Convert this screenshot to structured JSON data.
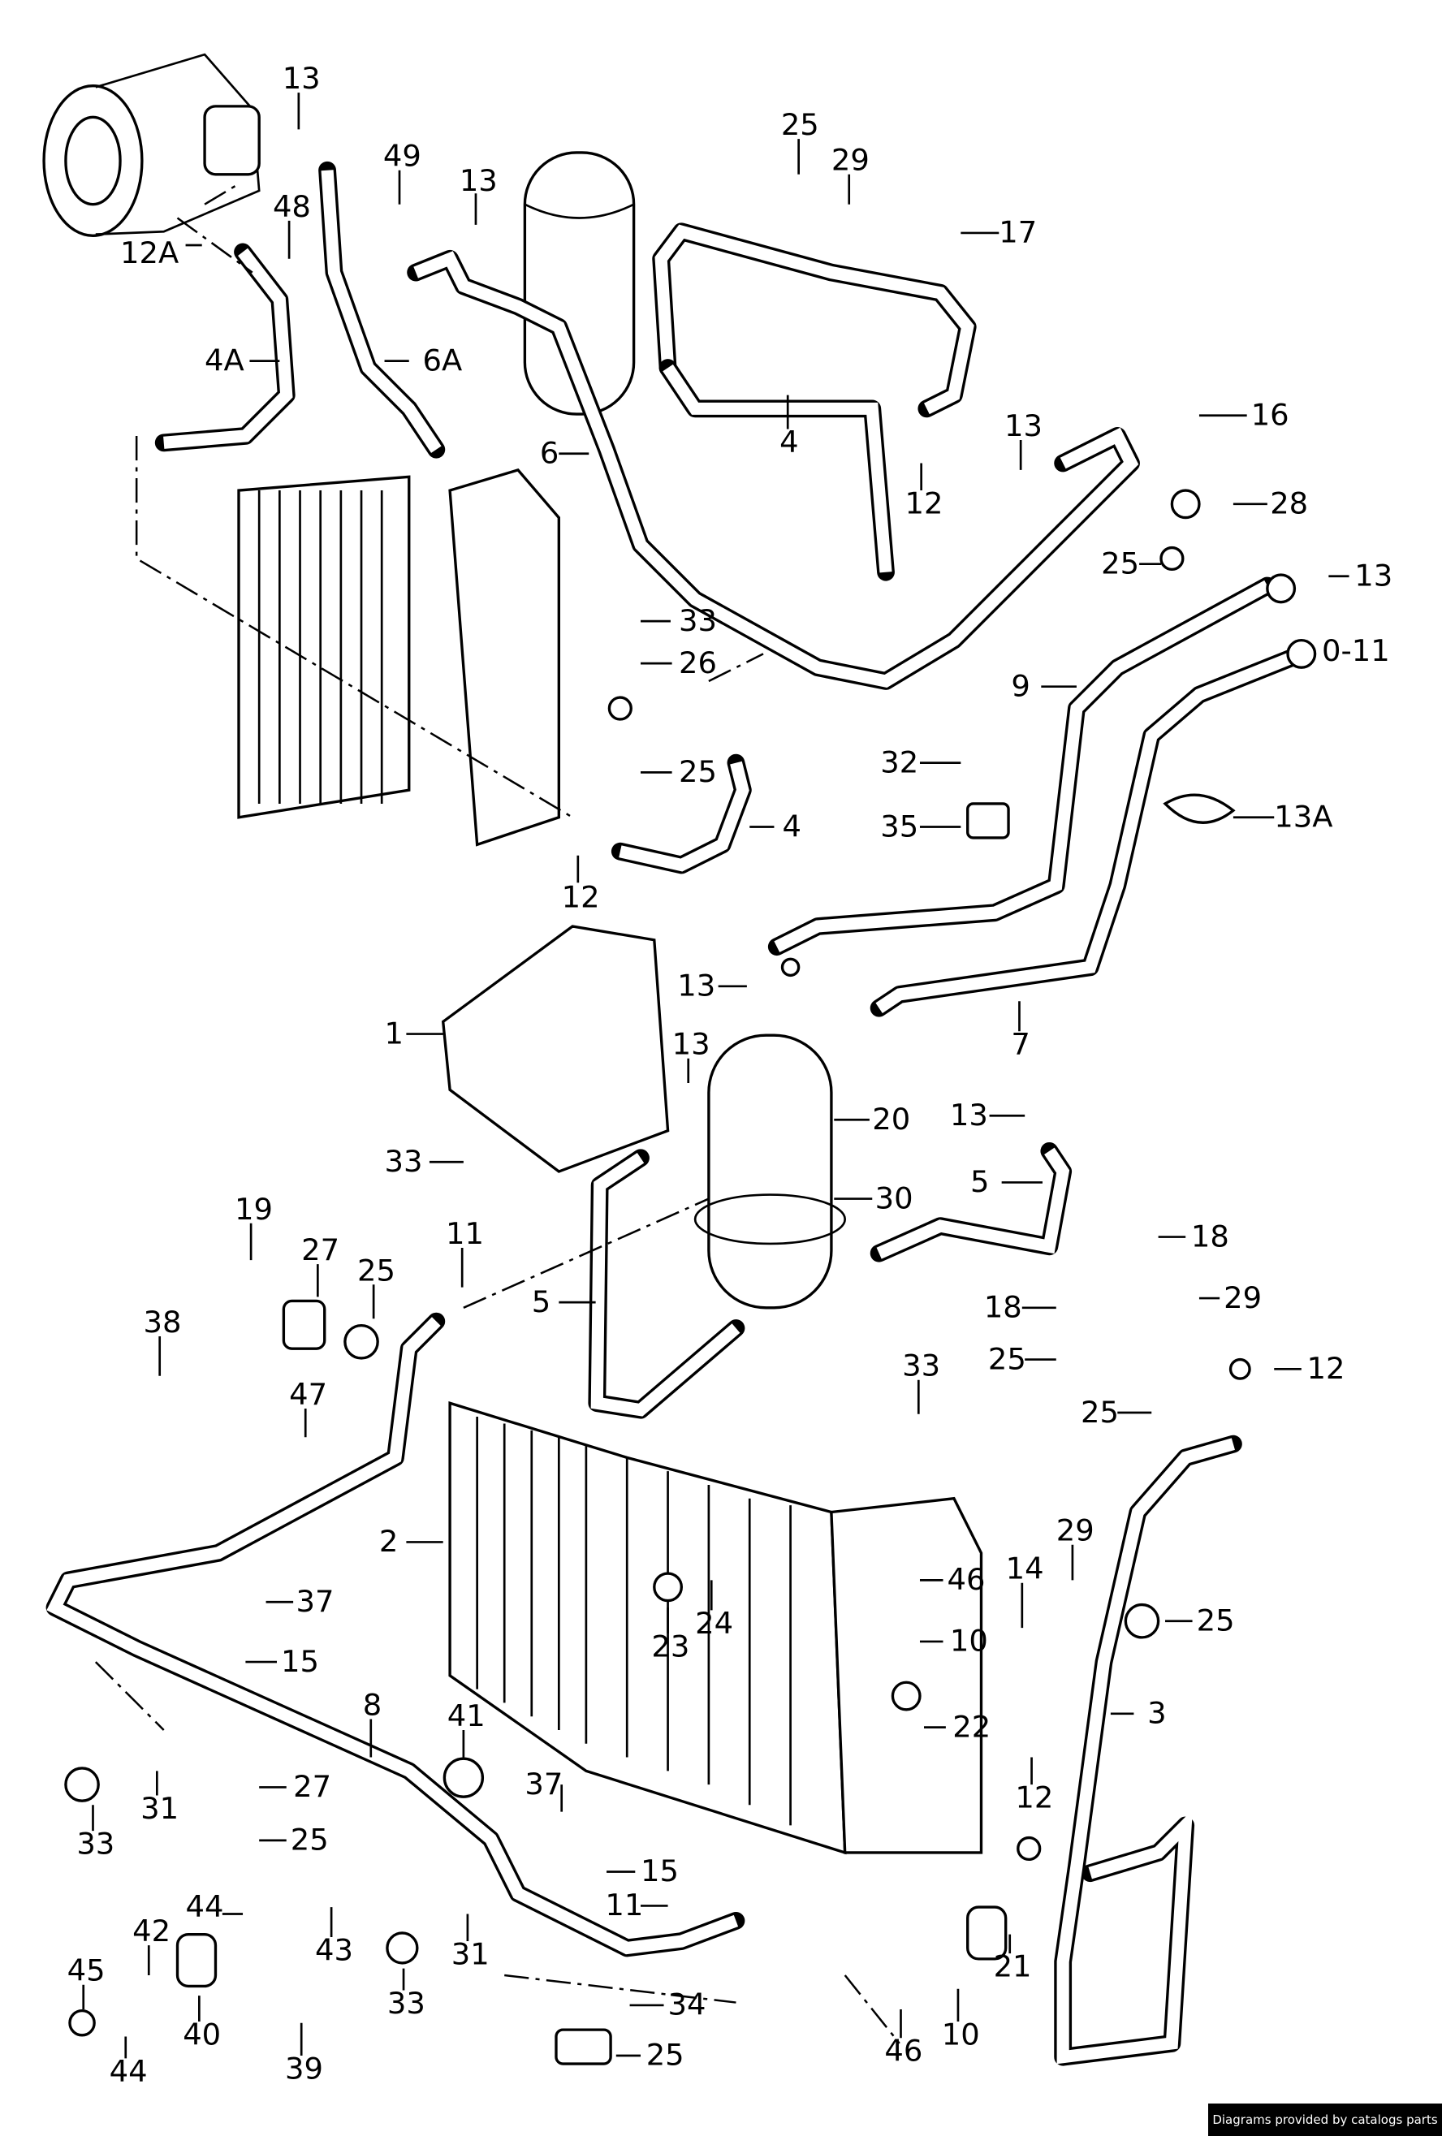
{
  "diagram": {
    "title": "Air conditioning refrigerant circuit parts diagram",
    "labels": [
      "13",
      "49",
      "48",
      "12A",
      "4A",
      "6A",
      "13",
      "6",
      "25",
      "29",
      "17",
      "4",
      "13",
      "12",
      "16",
      "28",
      "25",
      "13",
      "33",
      "26",
      "25",
      "9",
      "0-11",
      "32",
      "35",
      "13A",
      "4",
      "12",
      "13",
      "1",
      "7",
      "13",
      "20",
      "13",
      "33",
      "5",
      "30",
      "19",
      "27",
      "25",
      "11",
      "18",
      "5",
      "18",
      "29",
      "38",
      "25",
      "12",
      "47",
      "33",
      "25",
      "2",
      "29",
      "14",
      "46",
      "25",
      "37",
      "10",
      "24",
      "23",
      "15",
      "3",
      "22",
      "8",
      "41",
      "12",
      "27",
      "37",
      "31",
      "33",
      "25",
      "15",
      "44",
      "43",
      "42",
      "11",
      "31",
      "33",
      "45",
      "40",
      "39",
      "44",
      "34",
      "25",
      "46",
      "10",
      "21"
    ]
  },
  "footer": {
    "credit": "Diagrams provided by catalogs parts"
  }
}
